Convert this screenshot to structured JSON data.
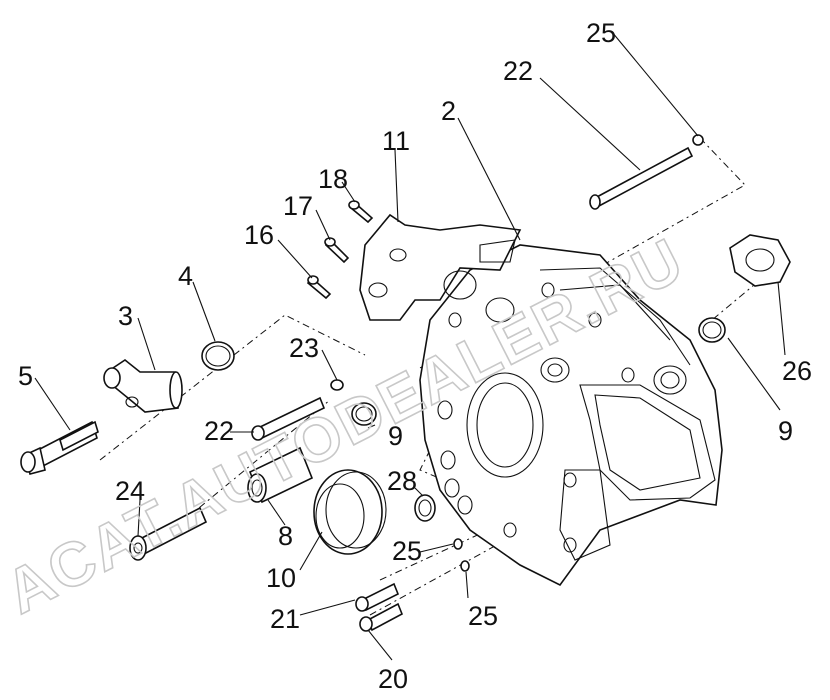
{
  "watermark": "ACAT.AUTODEALER.RU",
  "callouts": [
    {
      "id": "c25a",
      "label": "25"
    },
    {
      "id": "c22a",
      "label": "22"
    },
    {
      "id": "c2",
      "label": "2"
    },
    {
      "id": "c11",
      "label": "11"
    },
    {
      "id": "c18",
      "label": "18"
    },
    {
      "id": "c17",
      "label": "17"
    },
    {
      "id": "c16",
      "label": "16"
    },
    {
      "id": "c4",
      "label": "4"
    },
    {
      "id": "c3",
      "label": "3"
    },
    {
      "id": "c5",
      "label": "5"
    },
    {
      "id": "c23",
      "label": "23"
    },
    {
      "id": "c22b",
      "label": "22"
    },
    {
      "id": "c9a",
      "label": "9"
    },
    {
      "id": "c26",
      "label": "26"
    },
    {
      "id": "c9b",
      "label": "9"
    },
    {
      "id": "c24",
      "label": "24"
    },
    {
      "id": "c8",
      "label": "8"
    },
    {
      "id": "c28",
      "label": "28"
    },
    {
      "id": "c25b",
      "label": "25"
    },
    {
      "id": "c10",
      "label": "10"
    },
    {
      "id": "c21",
      "label": "21"
    },
    {
      "id": "c25c",
      "label": "25"
    },
    {
      "id": "c20",
      "label": "20"
    }
  ]
}
